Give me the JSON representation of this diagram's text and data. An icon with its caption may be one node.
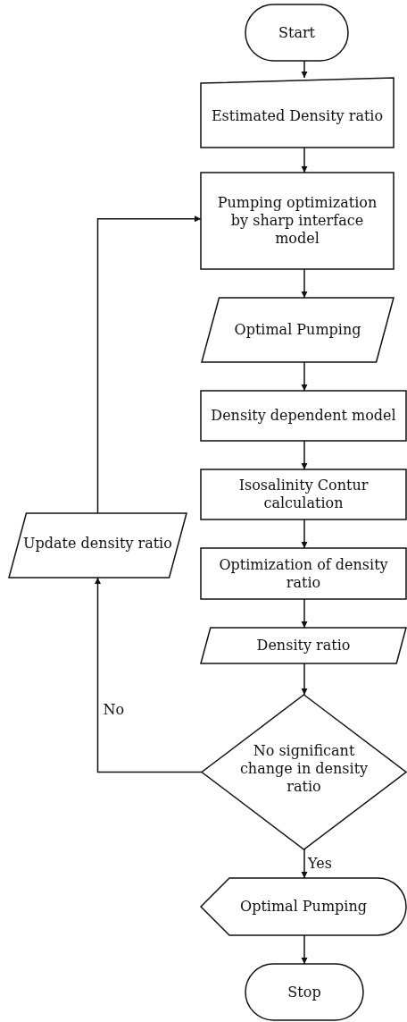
{
  "diagram": {
    "nodes": [
      {
        "text": [
          "Start"
        ]
      },
      {
        "text": [
          "Estimated Density ratio"
        ]
      },
      {
        "text": [
          "Pumping optimization by sharp interface model"
        ]
      },
      {
        "text": [
          "Optimal Pumping"
        ]
      },
      {
        "text": [
          "Density dependent model"
        ]
      },
      {
        "text": [
          "Isosalinity Contur calculation"
        ]
      },
      {
        "text": [
          "Optimization of density ratio"
        ]
      },
      {
        "text": [
          "Density ratio"
        ]
      },
      {
        "text": [
          "No significant change in density ratio"
        ]
      },
      {
        "text": [
          "Update density ratio"
        ]
      },
      {
        "text": [
          "Optimal Pumping"
        ]
      },
      {
        "text": [
          "Stop"
        ]
      }
    ],
    "edges": [
      {
        "from": 0,
        "to": 1,
        "arrow": "to"
      },
      {
        "from": 1,
        "to": 2,
        "arrow": "to"
      },
      {
        "from": 2,
        "to": 3,
        "arrow": "to"
      },
      {
        "from": 3,
        "to": 4,
        "arrow": "to"
      },
      {
        "from": 4,
        "to": 5,
        "arrow": "to"
      },
      {
        "from": 5,
        "to": 6,
        "arrow": "to"
      },
      {
        "from": 6,
        "to": 7,
        "arrow": "to"
      },
      {
        "from": 7,
        "to": 8,
        "arrow": "to"
      },
      {
        "from": 8,
        "to": 10,
        "arrow": "to",
        "label": "Yes"
      },
      {
        "from": 8,
        "to": 9,
        "arrow": "to",
        "label": "No"
      },
      {
        "from": 9,
        "to": 2,
        "arrow": "to"
      },
      {
        "from": 10,
        "to": 11,
        "arrow": "to"
      }
    ]
  }
}
